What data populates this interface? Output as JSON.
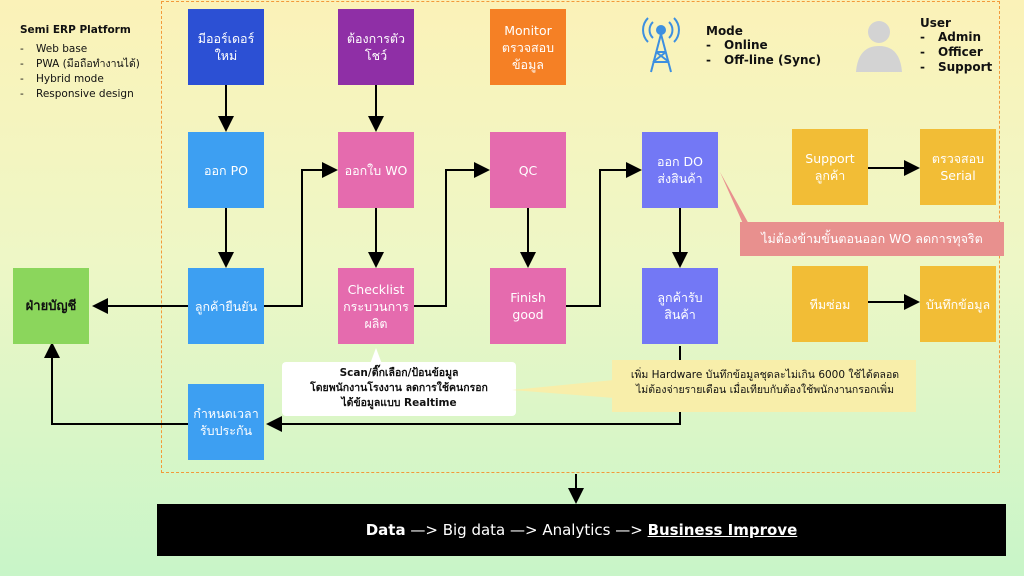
{
  "sidebar": {
    "title": "Semi ERP Platform",
    "items": [
      "Web base",
      "PWA (มือถือทำงานได้)",
      "Hybrid mode",
      "Responsive design"
    ]
  },
  "boxes": {
    "new_order": "มีออร์เดอร์\nใหม่",
    "want_show": "ต้องการตัว\nโชว์",
    "monitor": "Monitor\nตรวจสอบ\nข้อมูล",
    "issue_po": "ออก PO",
    "issue_wo": "ออกใบ WO",
    "qc": "QC",
    "issue_do": "ออก DO\nส่งสินค้า",
    "support": "Support\nลูกค้า",
    "check_serial": "ตรวจสอบ\nSerial",
    "accounting": "ฝ่ายบัญชี",
    "customer_confirm": "ลูกค้ายืนยัน",
    "checklist": "Checklist\nกระบวนการ\nผลิต",
    "finish_good": "Finish\ngood",
    "customer_receive": "ลูกค้ารับ\nสินค้า",
    "repair_team": "ทีมซ่อม",
    "record_data": "บันทึกข้อมูล",
    "warranty": "กำหนดเวลา\nรับประกัน"
  },
  "mode": {
    "title": "Mode",
    "items": [
      "Online",
      "Off-line (Sync)"
    ]
  },
  "user": {
    "title": "User",
    "items": [
      "Admin",
      "Officer",
      "Support"
    ]
  },
  "callouts": {
    "skip_wo": "ไม่ต้องข้ามขั้นตอนออก WO ลดการทุจริต",
    "scan": "Scan/ติ๊กเลือก/ป้อนข้อมูล\nโดยพนักงานโรงงาน ลดการใช้คนกรอก\nได้ข้อมูลแบบ Realtime",
    "hardware": "เพิ่ม Hardware บันทึกข้อมูลชุดละไม่เกิน 6000 ใช้ได้ตลอด\nไม่ต้องจ่ายรายเดือน เมื่อเทียบกับต้องใช้พนักงานกรอกเพิ่ม"
  },
  "bottom": {
    "part1": "Data",
    "part2": " —> Big data —> Analytics —> ",
    "part3": "Business Improve"
  },
  "colors": {
    "blue_dark": "#2c50d4",
    "purple": "#8f2fa6",
    "orange": "#f58025",
    "blue": "#3d9ff2",
    "pink": "#e56bae",
    "violet": "#7378f5",
    "yellow": "#f2bd36",
    "green": "#8bd65c",
    "callout_red": "#e8908e",
    "callout_yellow": "#f8eeaa"
  },
  "icons": [
    "antenna-icon",
    "user-silhouette-icon"
  ]
}
